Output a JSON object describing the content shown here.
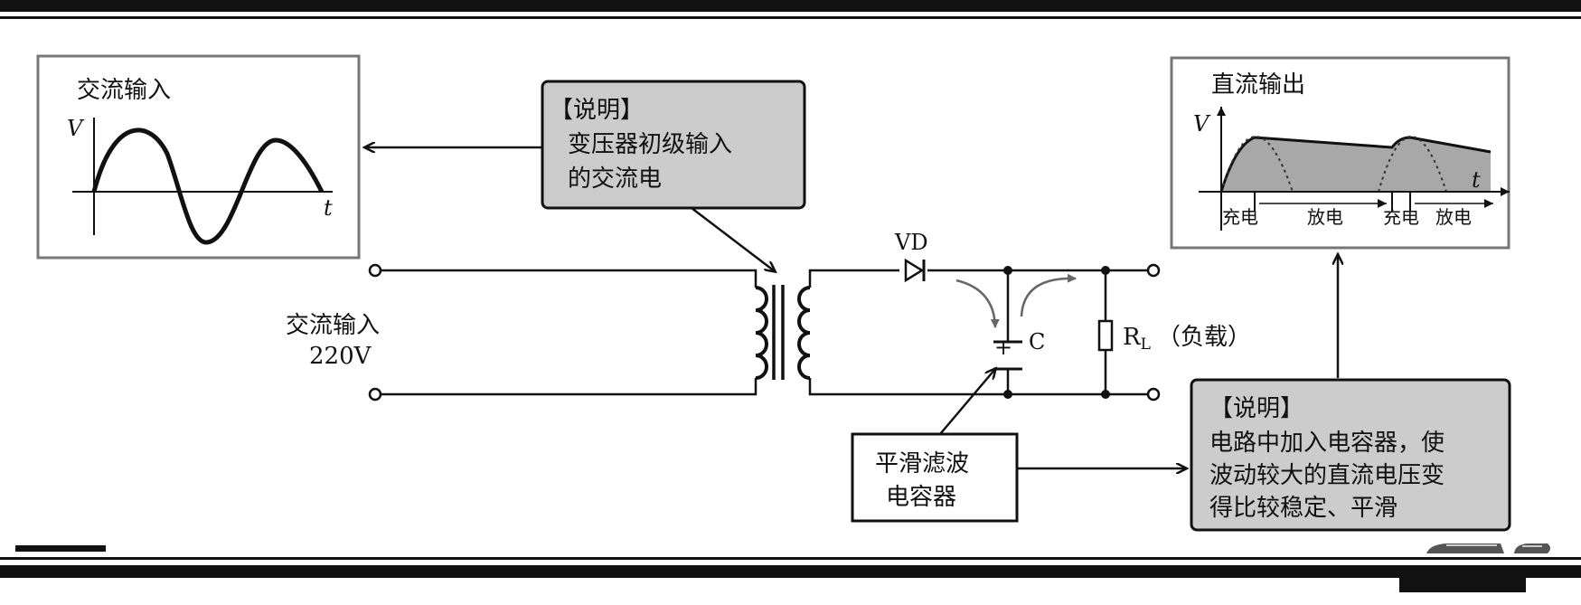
{
  "input_panel": {
    "title": "交流输入",
    "y_axis": "V",
    "x_axis": "t"
  },
  "note_top": {
    "line1": "【说明】",
    "line2": "变压器初级输入",
    "line3": "的交流电"
  },
  "output_panel": {
    "title": "直流输出",
    "y_axis": "V",
    "x_axis": "t",
    "segments": [
      "充电",
      "放电",
      "充电",
      "放电"
    ]
  },
  "circuit": {
    "input_label": "交流输入",
    "input_voltage": "220V",
    "diode": "VD",
    "capacitor": "C",
    "cap_plus": "+",
    "resistor_main": "R",
    "resistor_sub": "L",
    "resistor_desc": "（负载）"
  },
  "cap_label": {
    "line1": "平滑滤波",
    "line2": "电容器"
  },
  "note_bottom": {
    "line1": "【说明】",
    "line2": "电路中加入电容器，使",
    "line3": "波动较大的直流电压变",
    "line4": "得比较稳定、平滑"
  },
  "colors": {
    "note_fill": "#cccccc",
    "ink": "#111111",
    "panel_border": "#777777",
    "wave_fill": "#a8a8a8"
  }
}
